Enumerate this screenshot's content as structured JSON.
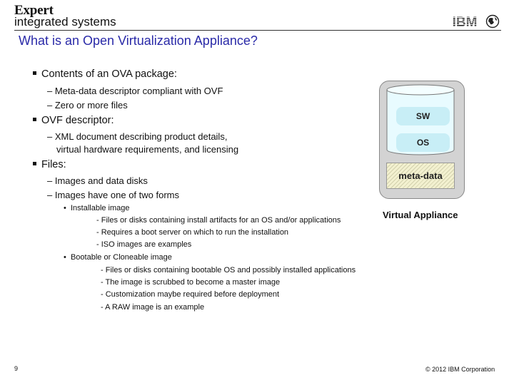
{
  "header": {
    "brand_line1": "Expert",
    "brand_line2": "integrated systems",
    "logo": "IBM",
    "logo_icon": "globe-icon"
  },
  "slide": {
    "title": "What  is an Open Virtualization Appliance?",
    "bullets": {
      "b1": "Contents of an OVA package:",
      "b1_1": "Meta-data descriptor compliant with OVF",
      "b1_2": "Zero or more files",
      "b2": "OVF descriptor:",
      "b2_1": "XML document describing product details,",
      "b2_1_cont": "virtual hardware requirements, and licensing",
      "b3": "Files:",
      "b3_1": "Images and data disks",
      "b3_2": "Images have one of two forms",
      "b3_2_1": "Installable image",
      "b3_2_1_a": "Files or disks containing install artifacts for an OS and/or applications",
      "b3_2_1_b": "Requires a boot server on which to run the installation",
      "b3_2_1_c": "ISO images are examples",
      "b3_2_2": "Bootable or Cloneable image",
      "b3_2_2_a": "Files or disks containing bootable OS and possibly installed applications",
      "b3_2_2_b": "The image is scrubbed to become a master image",
      "b3_2_2_c": "Customization maybe required before deployment",
      "b3_2_2_d": "A RAW image is an example"
    }
  },
  "diagram": {
    "layer_sw": "SW",
    "layer_os": "OS",
    "layer_meta": "meta-data",
    "label": "Virtual Appliance"
  },
  "footer": {
    "page_number": "9",
    "copyright": "© 2012 IBM Corporation"
  }
}
